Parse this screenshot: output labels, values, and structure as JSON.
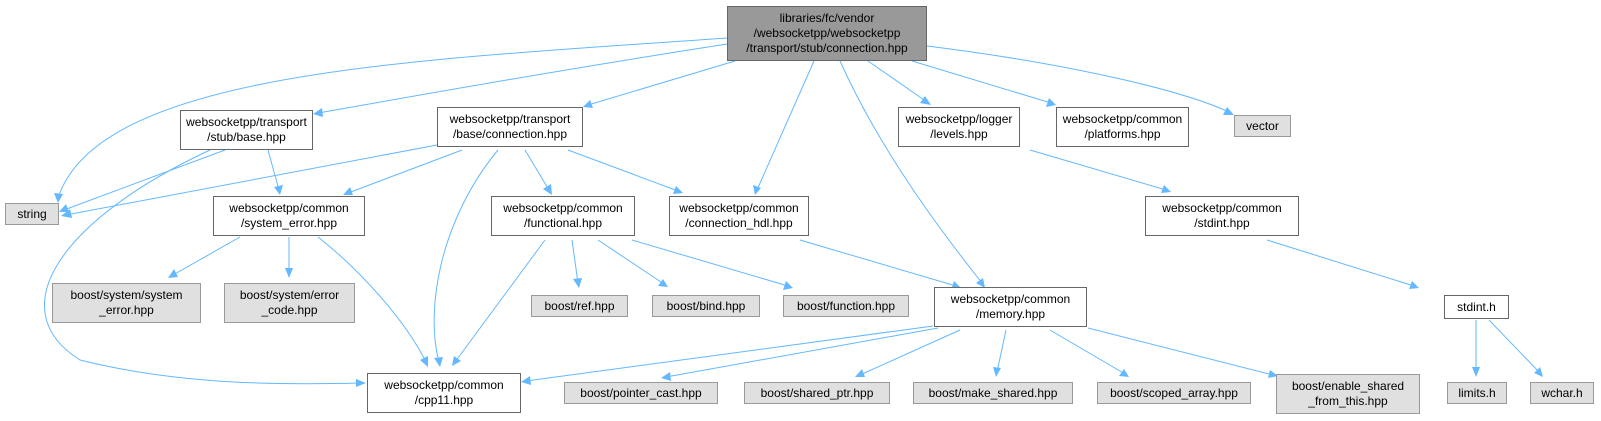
{
  "colors": {
    "edge": "#63b8ff",
    "node_fill": "#ffffff",
    "node_border": "#666666",
    "external_fill": "#e0e0e0",
    "external_border": "#999999",
    "root_fill": "#999999"
  },
  "nodes": {
    "root": {
      "label": "libraries/fc/vendor\n/websocketpp/websocketpp\n/transport/stub/connection.hpp"
    },
    "string": {
      "label": "string"
    },
    "stub_base": {
      "label": "websocketpp/transport\n/stub/base.hpp"
    },
    "base_conn": {
      "label": "websocketpp/transport\n/base/connection.hpp"
    },
    "logger_levels": {
      "label": "websocketpp/logger\n/levels.hpp"
    },
    "platforms": {
      "label": "websocketpp/common\n/platforms.hpp"
    },
    "vector": {
      "label": "vector"
    },
    "system_error": {
      "label": "websocketpp/common\n/system_error.hpp"
    },
    "functional": {
      "label": "websocketpp/common\n/functional.hpp"
    },
    "conn_hdl": {
      "label": "websocketpp/common\n/connection_hdl.hpp"
    },
    "stdint_hpp": {
      "label": "websocketpp/common\n/stdint.hpp"
    },
    "bs_system_error": {
      "label": "boost/system/system\n_error.hpp"
    },
    "bs_error_code": {
      "label": "boost/system/error\n_code.hpp"
    },
    "boost_ref": {
      "label": "boost/ref.hpp"
    },
    "boost_bind": {
      "label": "boost/bind.hpp"
    },
    "boost_function": {
      "label": "boost/function.hpp"
    },
    "memory": {
      "label": "websocketpp/common\n/memory.hpp"
    },
    "stdint_h": {
      "label": "stdint.h"
    },
    "cpp11": {
      "label": "websocketpp/common\n/cpp11.hpp"
    },
    "pointer_cast": {
      "label": "boost/pointer_cast.hpp"
    },
    "shared_ptr": {
      "label": "boost/shared_ptr.hpp"
    },
    "make_shared": {
      "label": "boost/make_shared.hpp"
    },
    "scoped_array": {
      "label": "boost/scoped_array.hpp"
    },
    "enable_shared": {
      "label": "boost/enable_shared\n_from_this.hpp"
    },
    "limits": {
      "label": "limits.h"
    },
    "wchar": {
      "label": "wchar.h"
    }
  }
}
